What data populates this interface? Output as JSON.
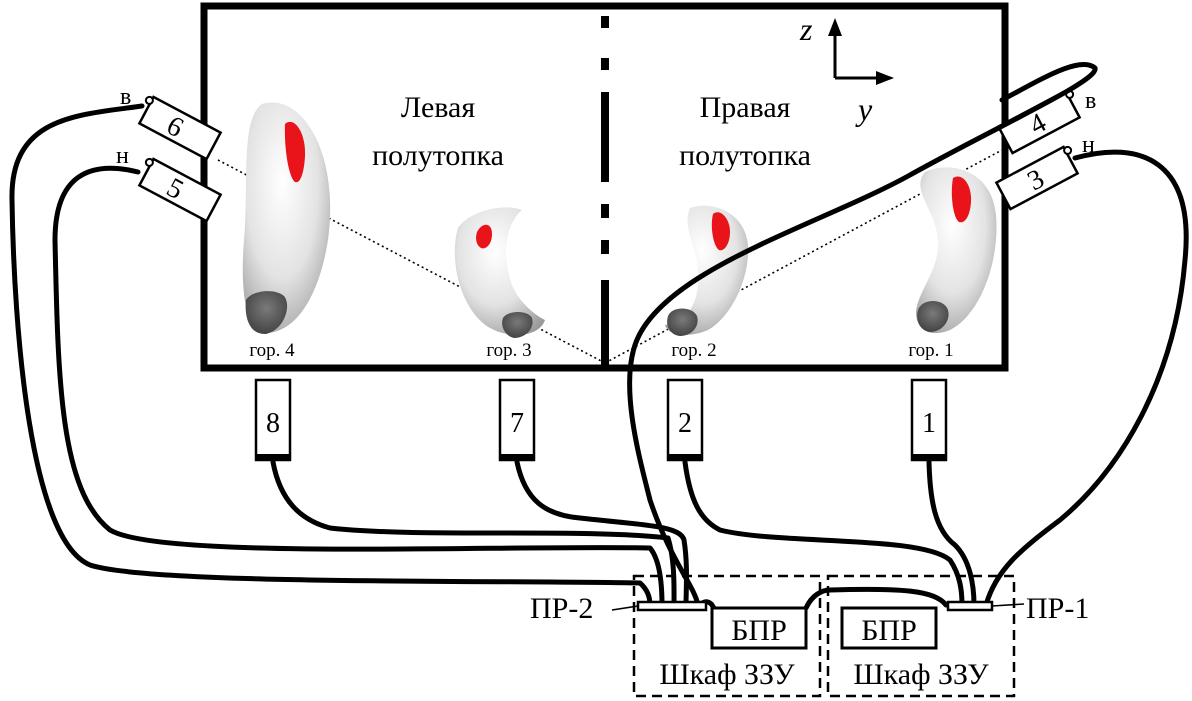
{
  "furnace": {
    "left_half_line1": "Левая",
    "left_half_line2": "полутопка",
    "right_half_line1": "Правая",
    "right_half_line2": "полутопка"
  },
  "axes": {
    "z": "z",
    "y": "y"
  },
  "burners": [
    "гор. 4",
    "гор. 3",
    "гор. 2",
    "гор. 1"
  ],
  "side_sensors": [
    "6",
    "5",
    "4",
    "3"
  ],
  "side_marks": {
    "upper": "в",
    "lower": "н"
  },
  "bottom_sensors": [
    "8",
    "7",
    "2",
    "1"
  ],
  "connectors": {
    "left": "ПР-2",
    "right": "ПР-1"
  },
  "cabinets": [
    {
      "unit": "БПР",
      "label": "Шкаф ЗЗУ"
    },
    {
      "unit": "БПР",
      "label": "Шкаф ЗЗУ"
    }
  ],
  "colors": {
    "flame": "#e8141a",
    "frame": "#000000",
    "flame_body": "#d4d4d4",
    "flame_root": "#555555"
  }
}
